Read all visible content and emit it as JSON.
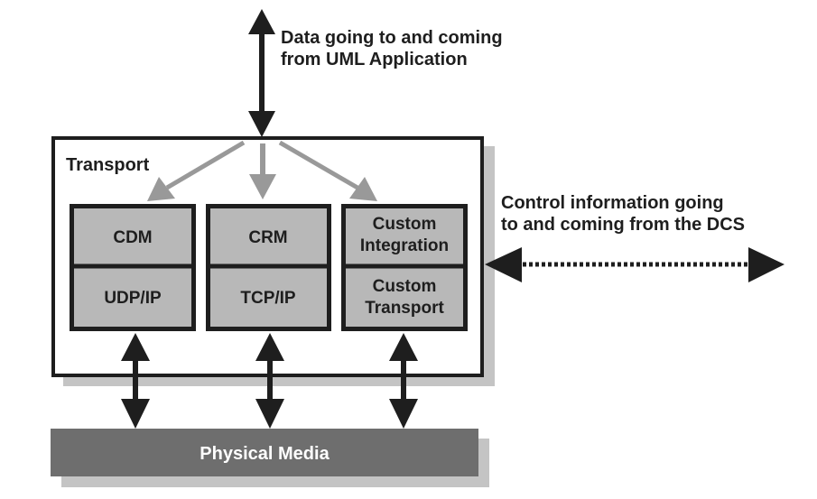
{
  "diagram": {
    "top_annotation": [
      "Data going to and coming",
      "from UML Application"
    ],
    "right_annotation": [
      "Control information going",
      "to and coming from the DCS"
    ],
    "transport_label": "Transport",
    "stacks": [
      {
        "upper": [
          "CDM"
        ],
        "lower": [
          "UDP/IP"
        ]
      },
      {
        "upper": [
          "CRM"
        ],
        "lower": [
          "TCP/IP"
        ]
      },
      {
        "upper": [
          "Custom",
          "Integration"
        ],
        "lower": [
          "Custom",
          "Transport"
        ]
      }
    ],
    "physical_media_label": "Physical Media",
    "colors": {
      "arrow_dark": "#1e1e1e",
      "arrow_gray": "#999999",
      "box_fill": "#b8b8b8",
      "physical_media": "#6e6e6e",
      "shadow": "#c4c4c4"
    }
  }
}
